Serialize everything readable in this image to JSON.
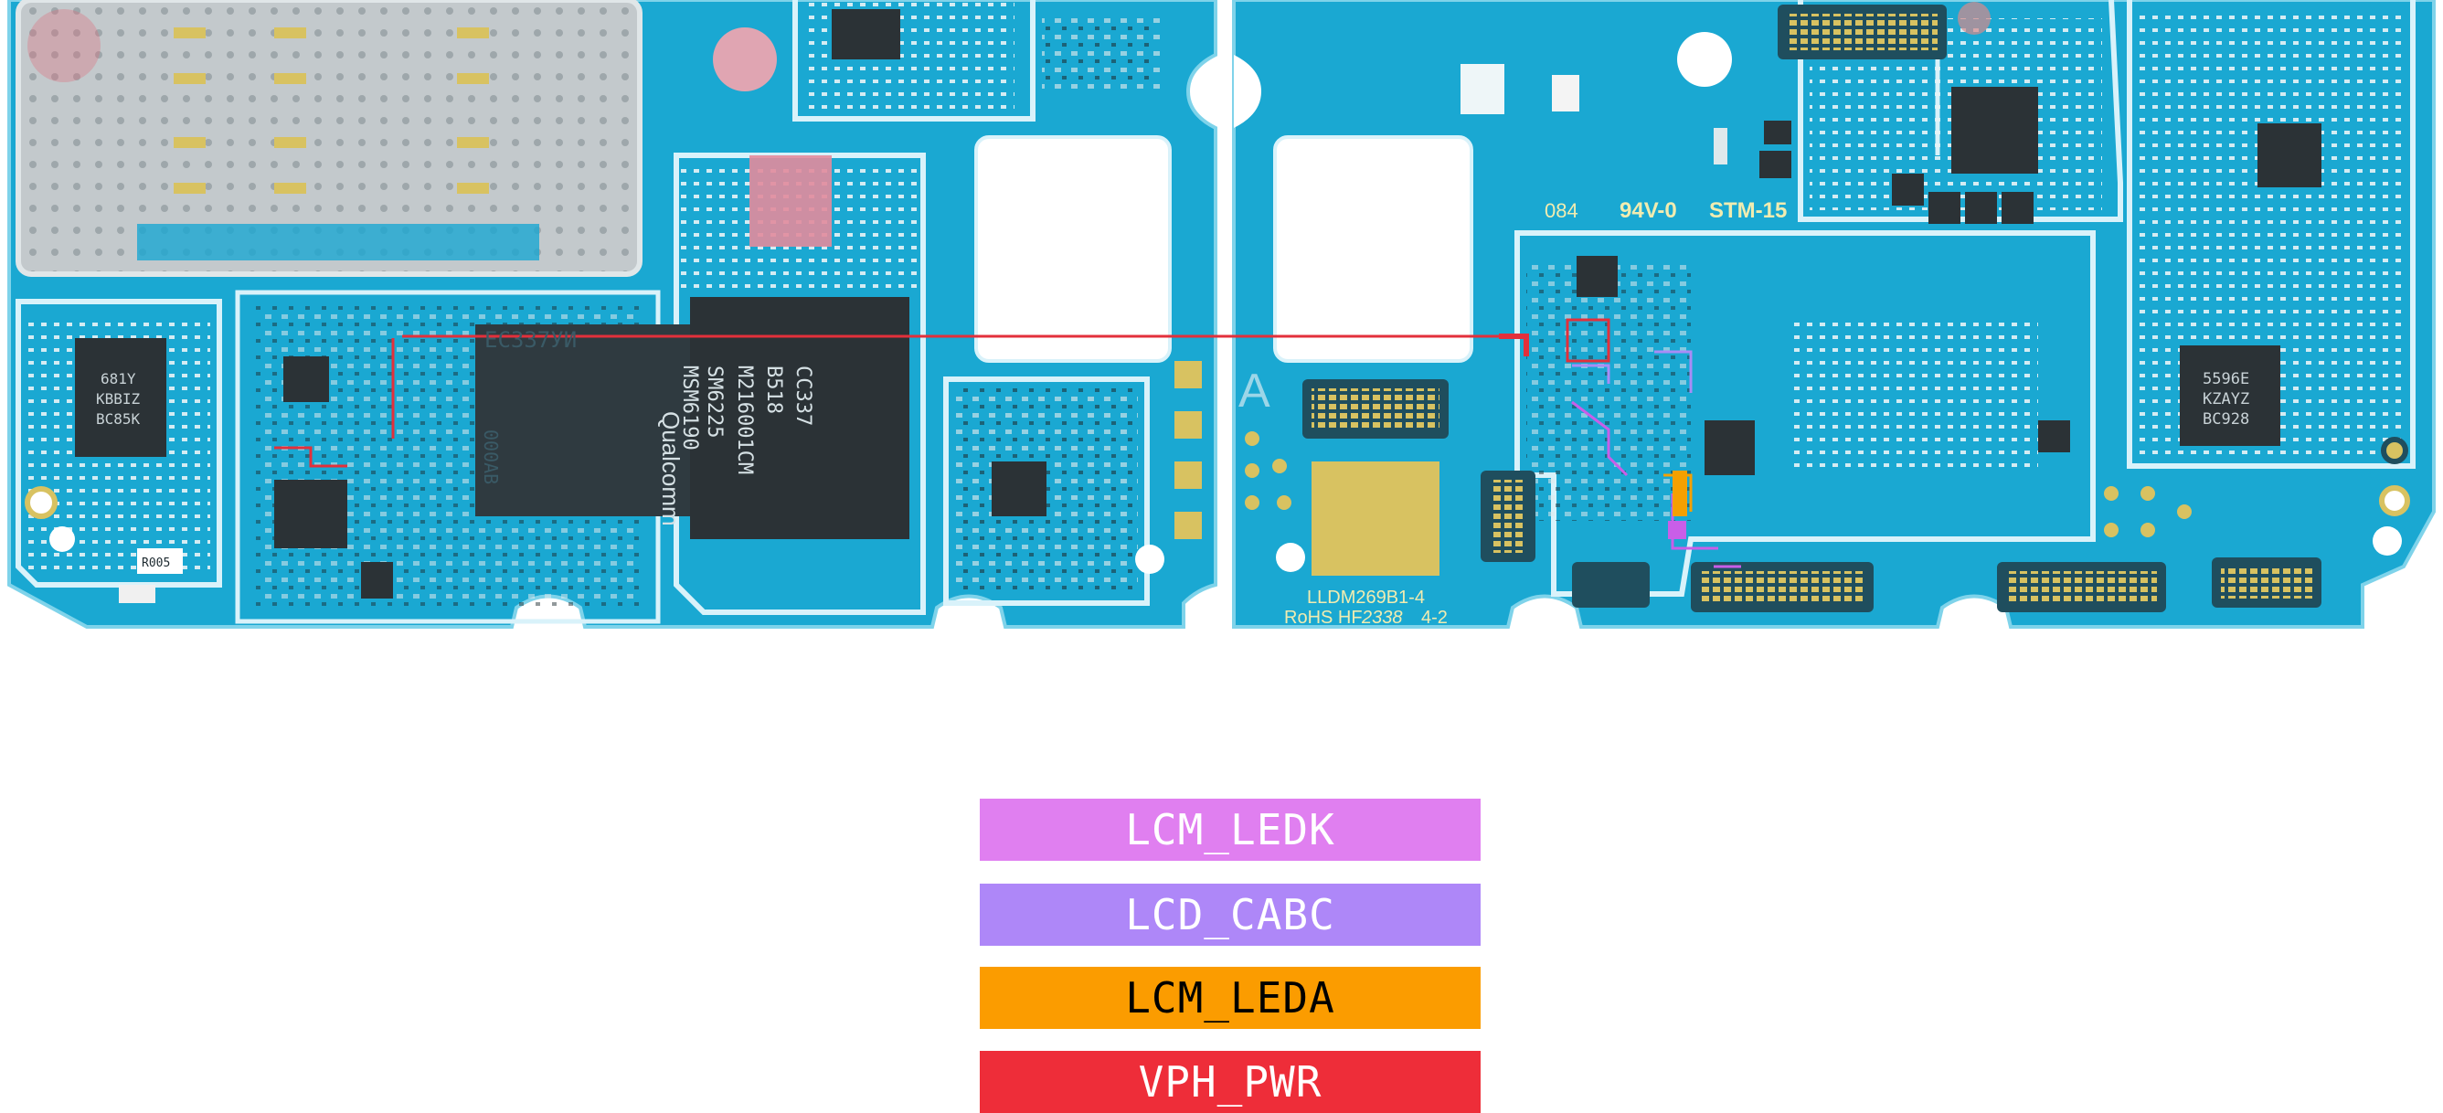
{
  "colors": {
    "pcb": "#1aa8d2",
    "pcb_dark": "#0d7fae",
    "outline": "#cfeef8",
    "shield": "#bfc6ca",
    "gold": "#d8c261",
    "chip": "#2b3236",
    "trace_red": "#e3303b",
    "trace_magenta": "#c95ee8",
    "trace_purple": "#a98cf6",
    "trace_orange": "#f5a000"
  },
  "board_markings": {
    "left": {
      "cpu_line1": "SM6225",
      "cpu_line2": "M216001CM",
      "cpu_line3": "B518",
      "cpu_line4": "CC337",
      "cpu_line5": "MSM6190",
      "qc_brand": "Qualcomm",
      "mem_line1": "ЕС337УИ",
      "mem_line2": "000AB",
      "small_chip_line1": "681Y",
      "small_chip_line2": "KBBIZ",
      "small_chip_line3": "BC85K",
      "label_r005": "R005"
    },
    "right": {
      "ul_mark": "084",
      "rating": "94V-0",
      "stm": "STM-15",
      "model": "LLDM269B1-4",
      "rohs": "RoHS HF",
      "date": "2338",
      "rev": "4-2",
      "chip_line1": "5596E",
      "chip_line2": "KZAYZ",
      "chip_line3": "BC928",
      "letter_a": "A"
    }
  },
  "legend": [
    {
      "label": "LCM_LEDK",
      "color": "#e07ff0",
      "text_color": "#ffffff"
    },
    {
      "label": "LCD_CABC",
      "color": "#ae87f8",
      "text_color": "#ffffff"
    },
    {
      "label": "LCM_LEDA",
      "color": "#fb9c00",
      "text_color": "#000000"
    },
    {
      "label": "VPH_PWR",
      "color": "#ee2d39",
      "text_color": "#ffffff"
    }
  ]
}
